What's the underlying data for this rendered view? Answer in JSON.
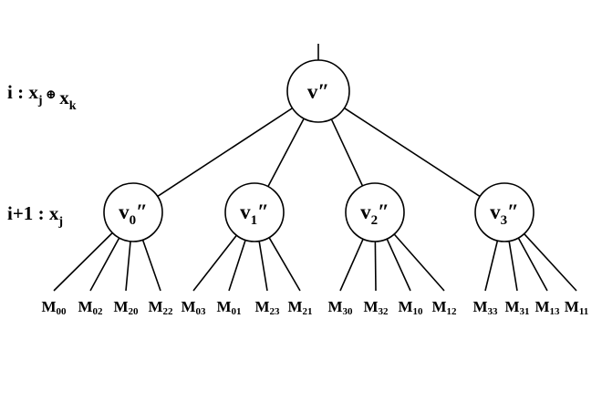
{
  "levels": [
    {
      "index": "i",
      "sep": " : ",
      "parts": [
        {
          "base": "x",
          "sub": "j"
        },
        {
          "op": "⊕"
        },
        {
          "base": "x",
          "sub": "k"
        }
      ]
    },
    {
      "index": "i+1",
      "sep": " : ",
      "parts": [
        {
          "base": "x",
          "sub": "j"
        }
      ]
    }
  ],
  "root": {
    "base": "v",
    "sub": "",
    "prime": "″"
  },
  "children": [
    {
      "base": "v",
      "sub": "0",
      "prime": "″",
      "leaves": [
        {
          "base": "M",
          "sub": "00"
        },
        {
          "base": "M",
          "sub": "02"
        },
        {
          "base": "M",
          "sub": "20"
        },
        {
          "base": "M",
          "sub": "22"
        }
      ]
    },
    {
      "base": "v",
      "sub": "1",
      "prime": "″",
      "leaves": [
        {
          "base": "M",
          "sub": "03"
        },
        {
          "base": "M",
          "sub": "01"
        },
        {
          "base": "M",
          "sub": "23"
        },
        {
          "base": "M",
          "sub": "21"
        }
      ]
    },
    {
      "base": "v",
      "sub": "2",
      "prime": "″",
      "leaves": [
        {
          "base": "M",
          "sub": "30"
        },
        {
          "base": "M",
          "sub": "32"
        },
        {
          "base": "M",
          "sub": "10"
        },
        {
          "base": "M",
          "sub": "12"
        }
      ]
    },
    {
      "base": "v",
      "sub": "3",
      "prime": "″",
      "leaves": [
        {
          "base": "M",
          "sub": "33"
        },
        {
          "base": "M",
          "sub": "31"
        },
        {
          "base": "M",
          "sub": "13"
        },
        {
          "base": "M",
          "sub": "11"
        }
      ]
    }
  ]
}
